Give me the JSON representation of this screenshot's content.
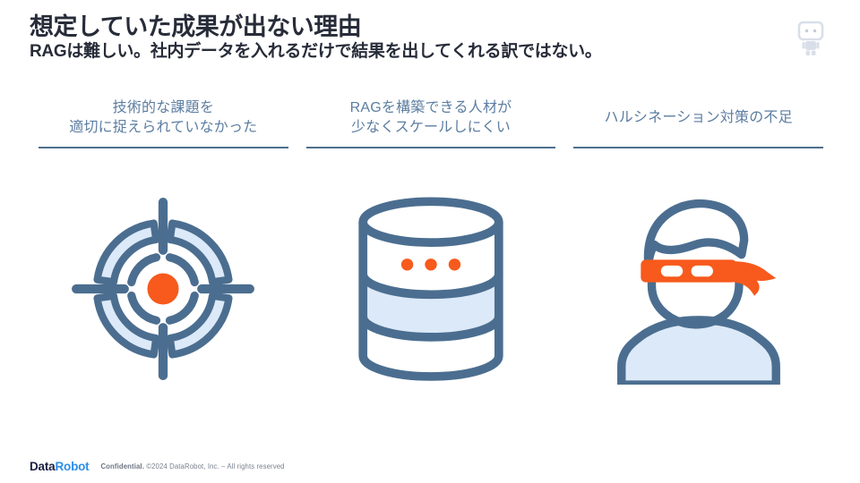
{
  "slide": {
    "title": "想定していた成果が出ない理由",
    "subtitle": "RAGは難しい。社内データを入れるだけで結果を出してくれる訳ではない。"
  },
  "columns": [
    {
      "heading_line1": "技術的な課題を",
      "heading_line2": "適切に捉えられていなかった",
      "icon": "target-icon"
    },
    {
      "heading_line1": "RAGを構築できる人材が",
      "heading_line2": "少なくスケールしにくい",
      "icon": "database-icon"
    },
    {
      "heading_line1": "ハルシネーション対策の不足",
      "heading_line2": "",
      "icon": "blindfolded-person-icon"
    }
  ],
  "footer": {
    "logo_part1": "Data",
    "logo_part2": "Robot",
    "confidential": "Confidential.",
    "copyright": "©2024 DataRobot, Inc. – All rights reserved"
  },
  "colors": {
    "accent_orange": "#F75A1C",
    "icon_stroke": "#4B6E90",
    "icon_fill_light_blue": "#DCE9F8",
    "heading_text": "#5C7DA1",
    "divider": "#4F6E8E",
    "title_text": "#272C39",
    "logo_navy": "#1A2040",
    "logo_blue": "#2D8FE8",
    "mascot_gray": "#D9DFE9"
  }
}
